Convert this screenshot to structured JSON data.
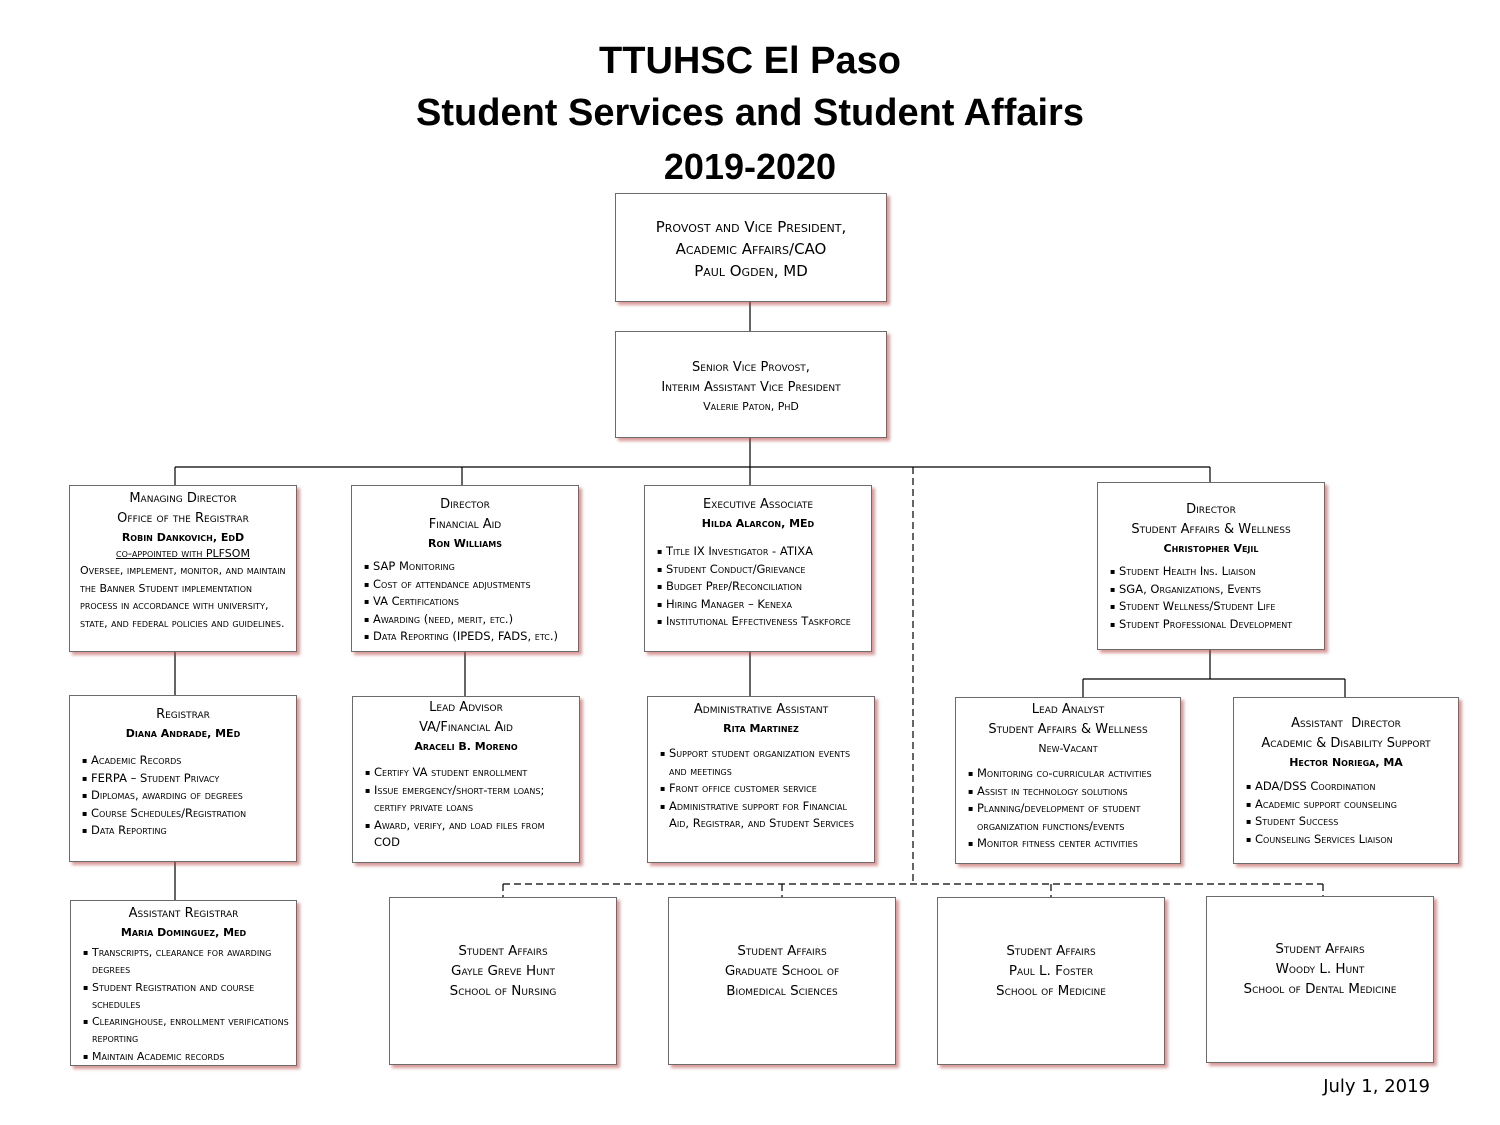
{
  "title": {
    "line1": "TTUHSC El Paso",
    "line2": "Student Services and Student Affairs",
    "line3": "2019-2020"
  },
  "provost": {
    "line1": "Provost and Vice President,",
    "line2": "Academic Affairs/CAO",
    "name": "Paul Ogden, MD"
  },
  "svp": {
    "line1": "Senior Vice Provost,",
    "line2": "Interim Assistant Vice President",
    "name": "Valerie Paton, PhD"
  },
  "registrar_office": {
    "title1": "Managing Director",
    "title2": "Office of the Registrar",
    "name": "Robin Dankovich, EdD",
    "coappointed": "co-appointed with PLFSOM",
    "description": "Oversee, implement, monitor, and maintain the Banner Student implementation process in accordance with university, state, and federal policies and guidelines."
  },
  "financial_aid": {
    "title1": "Director",
    "title2": "Financial Aid",
    "name": "Ron Williams",
    "items": [
      "SAP Monitoring",
      "Cost of attendance adjustments",
      "VA Certifications",
      "Awarding (need, merit, etc.)",
      "Data Reporting (IPEDS, FADS, etc.)"
    ]
  },
  "exec_associate": {
    "title1": "Executive Associate",
    "name": "Hilda Alarcon, MEd",
    "items": [
      "Title IX Investigator - ATIXA",
      "Student Conduct/Grievance",
      "Budget Prep/Reconciliation",
      "Hiring Manager – Kenexa",
      "Institutional Effectiveness Taskforce"
    ]
  },
  "student_affairs_director": {
    "title1": "Director",
    "title2": "Student Affairs & Wellness",
    "name": "Christopher Vejil",
    "items": [
      "Student Health Ins. Liaison",
      "SGA, Organizations, Events",
      "Student Wellness/Student Life",
      "Student Professional Development"
    ]
  },
  "registrar": {
    "title1": "Registrar",
    "name": "Diana Andrade, MEd",
    "items": [
      "Academic Records",
      "FERPA – Student Privacy",
      "Diplomas, awarding of degrees",
      "Course Schedules/Registration",
      "Data Reporting"
    ]
  },
  "lead_advisor": {
    "title1": "Lead Advisor",
    "title2": "VA/Financial Aid",
    "name": "Araceli B. Moreno",
    "items": [
      "Certify VA student enrollment",
      "Issue emergency/short-term loans; certify private loans",
      "Award, verify, and load files from COD"
    ]
  },
  "admin_assistant": {
    "title1": "Administrative Assistant",
    "name": "Rita Martinez",
    "items": [
      "Support student organization events and meetings",
      "Front office customer service",
      "Administrative support for Financial Aid, Registrar, and Student Services"
    ]
  },
  "lead_analyst": {
    "title1": "Lead Analyst",
    "title2": "Student Affairs & Wellness",
    "name": "New-Vacant",
    "items": [
      "Monitoring co-curricular activities",
      "Assist in technology solutions",
      "Planning/development of student organization functions/events",
      "Monitor fitness center activities"
    ]
  },
  "asst_director": {
    "title1": "Assistant  Director",
    "title2": "Academic & Disability Support",
    "name": "Hector Noriega, MA",
    "items": [
      "ADA/DSS Coordination",
      "Academic support counseling",
      "Student Success",
      "Counseling Services Liaison"
    ]
  },
  "asst_registrar": {
    "title1": "Assistant Registrar",
    "name": "Maria Dominguez, Med",
    "items": [
      "Transcripts, clearance for awarding degrees",
      "Student Registration and course schedules",
      "Clearinghouse, enrollment verifications reporting",
      "Maintain Academic records"
    ]
  },
  "schools": [
    {
      "line1": "Student Affairs",
      "line2": "Gayle Greve Hunt",
      "line3": "School of Nursing"
    },
    {
      "line1": "Student Affairs",
      "line2": "Graduate School of",
      "line3": "Biomedical Sciences"
    },
    {
      "line1": "Student Affairs",
      "line2": "Paul L. Foster",
      "line3": "School of Medicine"
    },
    {
      "line1": "Student Affairs",
      "line2": "Woody L. Hunt",
      "line3": "School of Dental Medicine"
    }
  ],
  "footer_date": "July 1, 2019"
}
